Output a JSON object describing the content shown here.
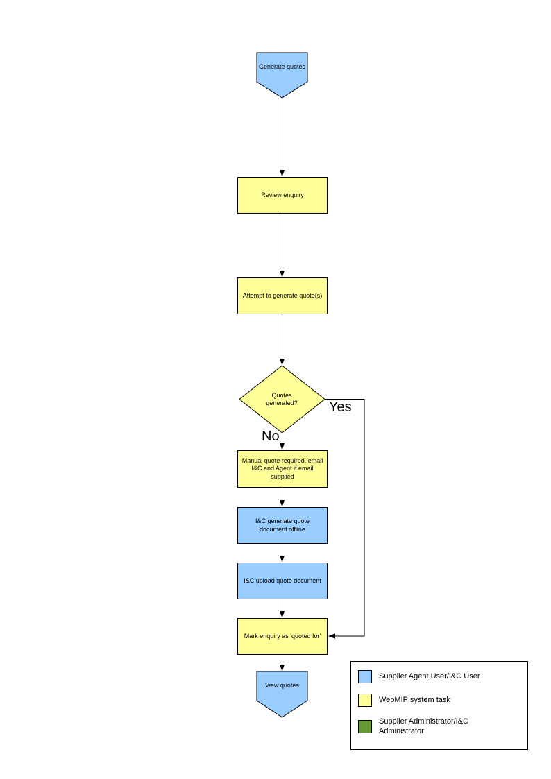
{
  "flowchart": {
    "nodes": {
      "generate_quotes": {
        "label": "Generate quotes",
        "type": "terminator",
        "fill": "#99CCFF"
      },
      "review_enquiry": {
        "label": "Review enquiry",
        "type": "process",
        "fill": "#FFFF99"
      },
      "attempt_generate": {
        "label": "Attempt to generate quote(s)",
        "type": "process",
        "fill": "#FFFF99"
      },
      "quotes_generated": {
        "label": "Quotes generated?",
        "type": "decision",
        "fill": "#FFFF99"
      },
      "manual_quote": {
        "label": "Manual quote required, email I&C and Agent if email supplied",
        "type": "process",
        "fill": "#FFFF99"
      },
      "ic_generate_offline": {
        "label": "I&C generate quote document offline",
        "type": "process",
        "fill": "#99CCFF"
      },
      "ic_upload": {
        "label": "I&C upload quote document",
        "type": "process",
        "fill": "#99CCFF"
      },
      "mark_quoted": {
        "label": "Mark enquiry as 'quoted for'",
        "type": "process",
        "fill": "#FFFF99"
      },
      "view_quotes": {
        "label": "View quotes",
        "type": "terminator",
        "fill": "#99CCFF"
      }
    },
    "branch_labels": {
      "yes": "Yes",
      "no": "No"
    },
    "edges": [
      {
        "from": "generate_quotes",
        "to": "review_enquiry"
      },
      {
        "from": "review_enquiry",
        "to": "attempt_generate"
      },
      {
        "from": "attempt_generate",
        "to": "quotes_generated"
      },
      {
        "from": "quotes_generated",
        "to": "manual_quote",
        "label": "No"
      },
      {
        "from": "manual_quote",
        "to": "ic_generate_offline"
      },
      {
        "from": "ic_generate_offline",
        "to": "ic_upload"
      },
      {
        "from": "ic_upload",
        "to": "mark_quoted"
      },
      {
        "from": "quotes_generated",
        "to": "mark_quoted",
        "label": "Yes"
      },
      {
        "from": "mark_quoted",
        "to": "view_quotes"
      }
    ],
    "legend": {
      "items": [
        {
          "label": "Supplier Agent User/I&C User",
          "color": "#99CCFF"
        },
        {
          "label": "WebMIP system task",
          "color": "#FFFF99"
        },
        {
          "label": "Supplier Administrator/I&C Administrator",
          "color": "#669933"
        }
      ]
    },
    "colors": {
      "actor_blue": "#99CCFF",
      "system_yellow": "#FFFF99",
      "admin_green": "#669933",
      "line": "#000000"
    }
  }
}
